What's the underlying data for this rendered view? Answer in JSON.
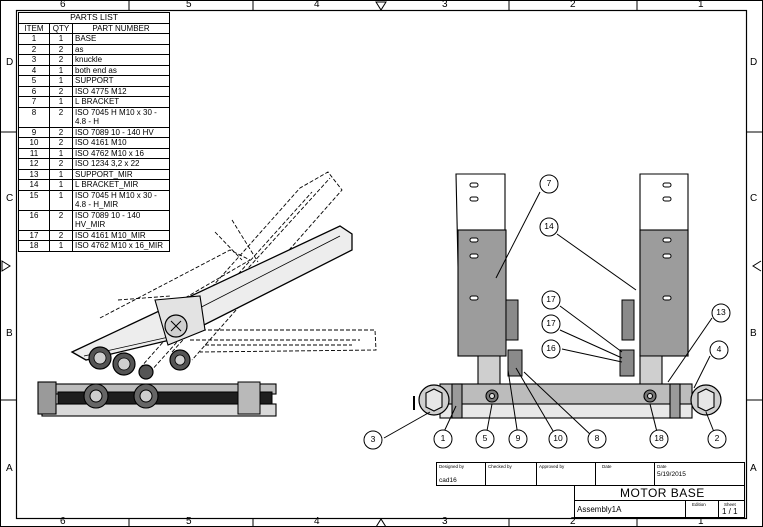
{
  "frame": {
    "zones_top": [
      "6",
      "5",
      "4",
      "3",
      "2",
      "1"
    ],
    "zones_bottom": [
      "6",
      "5",
      "4",
      "3",
      "2",
      "1"
    ],
    "zones_left": [
      "D",
      "C",
      "B",
      "A"
    ],
    "zones_right": [
      "D",
      "C",
      "B",
      "A"
    ]
  },
  "parts_list": {
    "title": "PARTS LIST",
    "headers": [
      "ITEM",
      "QTY",
      "PART NUMBER"
    ],
    "rows": [
      [
        "1",
        "1",
        "BASE"
      ],
      [
        "2",
        "2",
        "as"
      ],
      [
        "3",
        "2",
        "knuckle"
      ],
      [
        "4",
        "1",
        "both end as"
      ],
      [
        "5",
        "1",
        "SUPPORT"
      ],
      [
        "6",
        "2",
        "ISO 4775 M12"
      ],
      [
        "7",
        "1",
        "L BRACKET"
      ],
      [
        "8",
        "2",
        "ISO 7045 H M10 x 30 - 4.8 - H"
      ],
      [
        "9",
        "2",
        "ISO 7089 10 - 140 HV"
      ],
      [
        "10",
        "2",
        "ISO 4161 M10"
      ],
      [
        "11",
        "1",
        "ISO 4762 M10 x 16"
      ],
      [
        "12",
        "2",
        "ISO 1234 3,2 x 22"
      ],
      [
        "13",
        "1",
        "SUPPORT_MIR"
      ],
      [
        "14",
        "1",
        "L BRACKET_MIR"
      ],
      [
        "15",
        "1",
        "ISO 7045 H M10 x 30 - 4.8 - H_MIR"
      ],
      [
        "16",
        "2",
        "ISO 7089 10 - 140 HV_MIR"
      ],
      [
        "17",
        "2",
        "ISO 4161 M10_MIR"
      ],
      [
        "18",
        "1",
        "ISO 4762 M10 x 16_MIR"
      ]
    ]
  },
  "balloons": [
    "1",
    "2",
    "3",
    "4",
    "5",
    "7",
    "8",
    "9",
    "10",
    "13",
    "14",
    "16",
    "17",
    "17",
    "18"
  ],
  "title_block": {
    "designed_by_label": "Designed by",
    "designed_by": "cad16",
    "checked_by_label": "Checked by",
    "approved_by_label": "Approved by",
    "date_label": "Date",
    "date2_label": "Date",
    "date": "5/19/2015",
    "title": "MOTOR BASE",
    "subtitle": "Assembly1A",
    "edition_label": "Edition",
    "sheet_label": "Sheet",
    "sheet": "1 / 1"
  },
  "colors": {
    "line": "#000000",
    "part_fill": "#9a9a9a",
    "part_light": "#d9d9d9",
    "paper": "#ffffff"
  }
}
